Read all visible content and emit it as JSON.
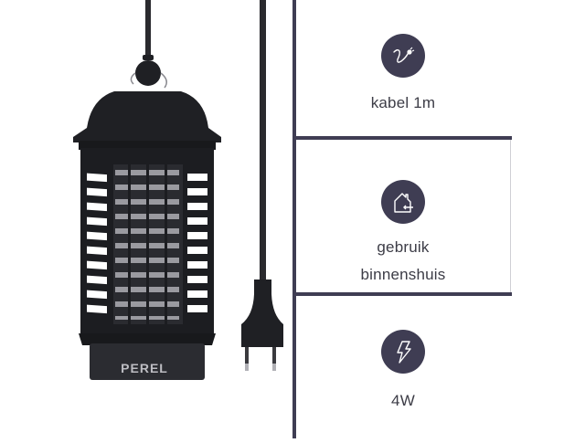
{
  "product": {
    "name": "insect killer lantern",
    "brand_label": "PEREL",
    "cable_color": "#2a2a2e",
    "body_color": "#1f2024"
  },
  "theme": {
    "accent": "#3f3d53",
    "text": "#3c3c46",
    "background": "#ffffff"
  },
  "features": [
    {
      "icon": "cable-plug-icon",
      "label": "kabel 1m"
    },
    {
      "icon": "house-indoor-icon",
      "label_line1": "gebruik",
      "label_line2": "binnenshuis"
    },
    {
      "icon": "lightning-bolt-icon",
      "label": "4W"
    }
  ]
}
